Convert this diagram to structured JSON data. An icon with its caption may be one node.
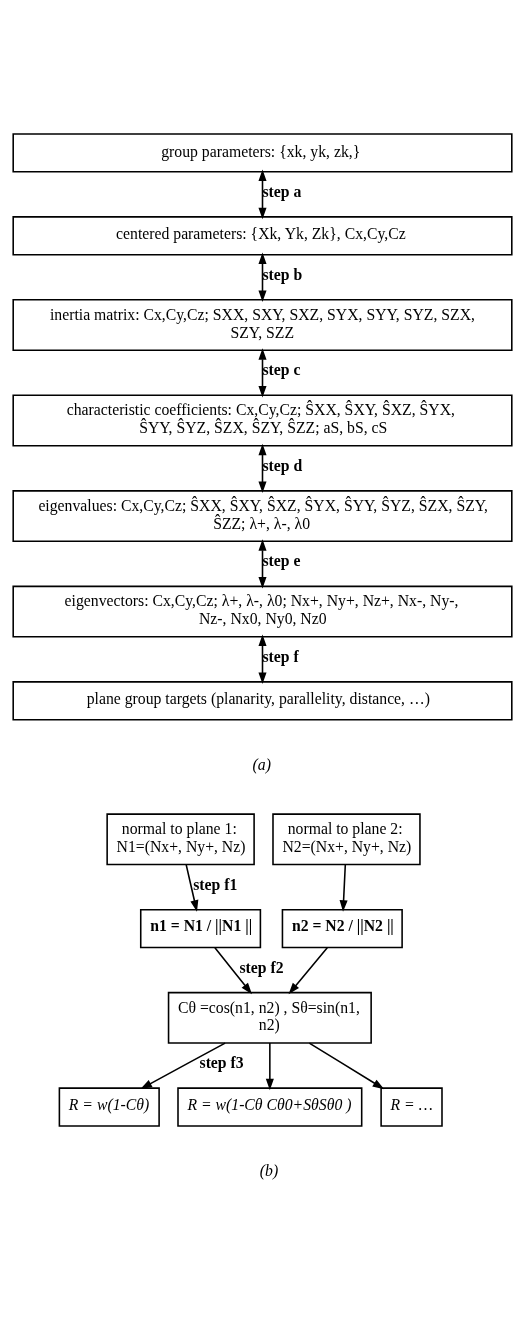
{
  "diagram": {
    "nodes": [
      {
        "text": [
          "group parameters: {xk, yk, zk,}"
        ]
      },
      {
        "text": [
          "centered parameters: {Xk, Yk, Zk}, Cx,Cy,Cz"
        ]
      },
      {
        "text": [
          "inertia matrix: Cx,Cy,Cz; SXX, SXY, SXZ, SYX, SYY, SYZ, SZX, SZY, SZZ"
        ]
      },
      {
        "text": [
          "characteristic coefficients: Cx,Cy,Cz; ŜXX, ŜXY, ŜXZ, ŜYX, ŜYY, ŜYZ, ŜZX, ŜZY, ŜZZ; aS, bS, cS"
        ]
      },
      {
        "text": [
          "eigenvalues: Cx,Cy,Cz; ŜXX, ŜXY, ŜXZ, ŜYX, ŜYY, ŜYZ, ŜZX, ŜZY, ŜZZ; λ+, λ-, λ0"
        ]
      },
      {
        "text": [
          "eigenvectors: Cx,Cy,Cz; λ+, λ-, λ0; Nx+, Ny+, Nz+, Nx-, Ny-, Nz-, Nx0, Ny0, Nz0"
        ]
      },
      {
        "text": [
          "plane group targets (planarity, parallelity, distance, …)"
        ]
      },
      {
        "text": [
          "normal to plane 1:",
          "N1=(Nx+, Ny+, Nz)"
        ]
      },
      {
        "text": [
          "normal to plane 2:",
          "N2=(Nx+, Ny+, Nz)"
        ]
      },
      {
        "text": [
          "n1 = N1 / ||N1 ||"
        ]
      },
      {
        "text": [
          "n2 = N2 / ||N2 ||"
        ]
      },
      {
        "text": [
          "Cθ =cos(n1, n2) , Sθ=sin(n1, n2)"
        ]
      },
      {
        "text": [
          "R = w(1-Cθ)"
        ]
      },
      {
        "text": [
          "R = w(1-Cθ Cθ0+SθSθ0 )"
        ]
      },
      {
        "text": [
          "R = …"
        ]
      }
    ],
    "edges": [
      {
        "from": 0,
        "to": 1,
        "arrow": "both",
        "label": "step a"
      },
      {
        "from": 1,
        "to": 2,
        "arrow": "both",
        "label": "step b"
      },
      {
        "from": 2,
        "to": 3,
        "arrow": "both",
        "label": "step c"
      },
      {
        "from": 3,
        "to": 4,
        "arrow": "both",
        "label": "step d"
      },
      {
        "from": 4,
        "to": 5,
        "arrow": "both",
        "label": "step e"
      },
      {
        "from": 5,
        "to": 6,
        "arrow": "both",
        "label": "step f"
      },
      {
        "from": 7,
        "to": 9,
        "arrow": "to",
        "label": "step f1"
      },
      {
        "from": 8,
        "to": 10,
        "arrow": "to"
      },
      {
        "from": 9,
        "to": 11,
        "arrow": "to",
        "label": "step f2"
      },
      {
        "from": 10,
        "to": 11,
        "arrow": "to"
      },
      {
        "from": 11,
        "to": 12,
        "arrow": "to",
        "label": "step f3"
      },
      {
        "from": 11,
        "to": 13,
        "arrow": "to"
      },
      {
        "from": 11,
        "to": 14,
        "arrow": "to"
      }
    ],
    "labels": [
      "(a)",
      "(b)"
    ]
  }
}
